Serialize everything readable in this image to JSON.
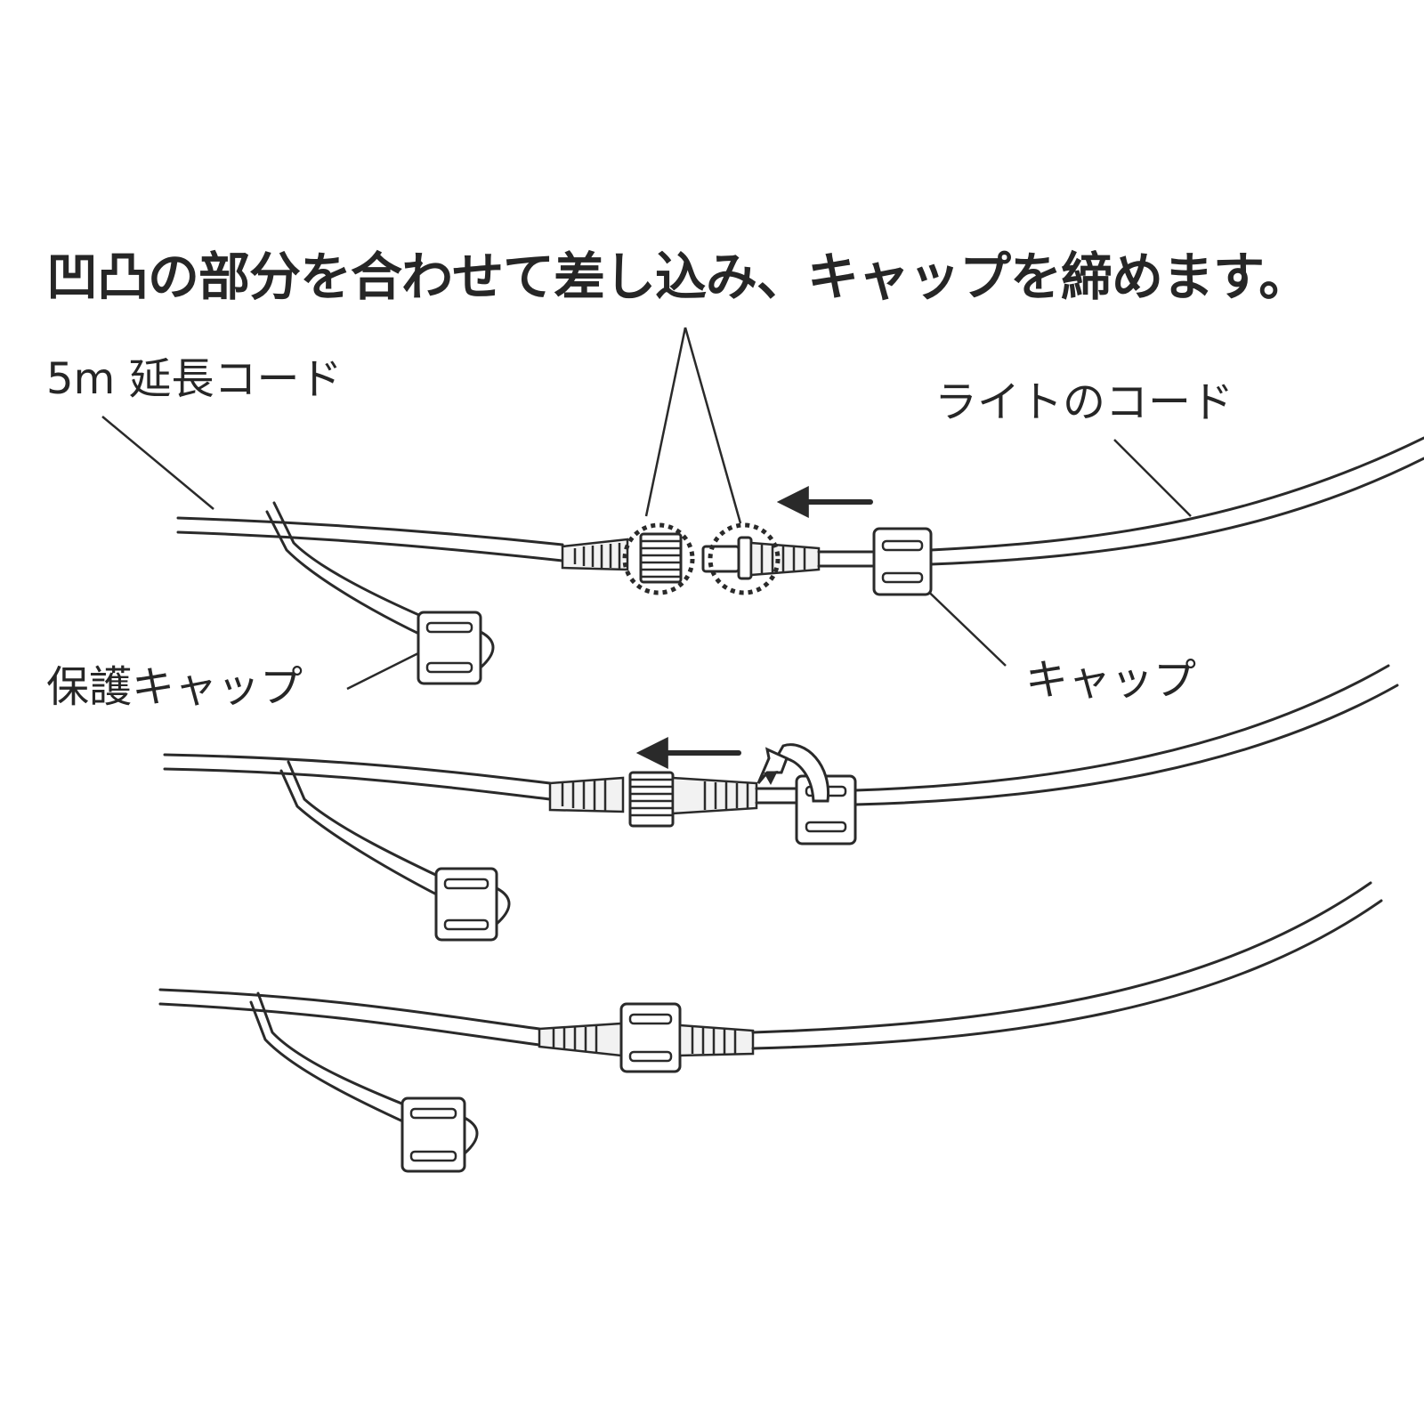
{
  "diagram": {
    "title": "凹凸の部分を合わせて差し込み、キャップを締めます。",
    "labels": {
      "extension_cord": "5m 延長コード",
      "light_cord": "ライトのコード",
      "protective_cap": "保護キャップ",
      "cap": "キャップ"
    },
    "steps": [
      {
        "id": 1,
        "action": "insert",
        "arrow": "left-arrow"
      },
      {
        "id": 2,
        "action": "tighten-cap",
        "arrow": "left-arrow",
        "icon": "rotate-arrow-icon"
      },
      {
        "id": 3,
        "action": "connected"
      }
    ],
    "line_color": "#2a2a2a"
  }
}
